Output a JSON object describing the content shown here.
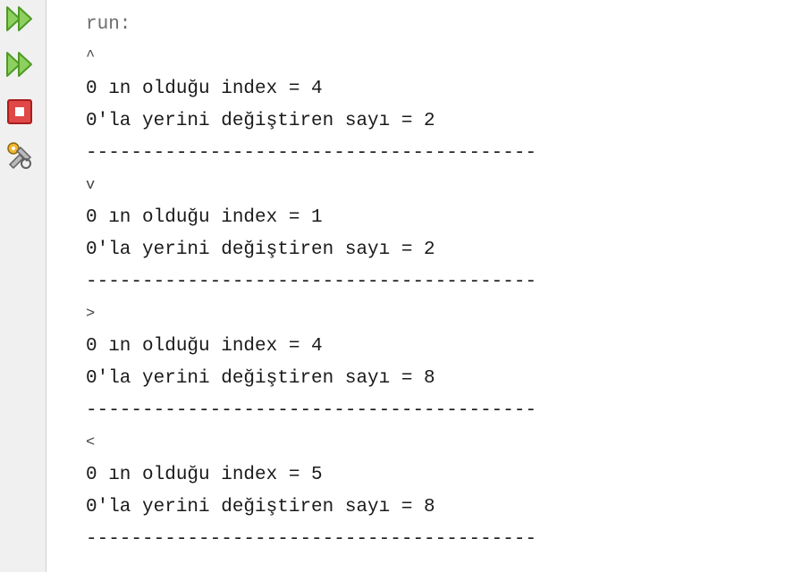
{
  "toolbar": {
    "buttons": [
      {
        "name": "rerun",
        "icon": "double-play-icon",
        "color": "#6fbf3a"
      },
      {
        "name": "rerun-with-options",
        "icon": "double-play-icon",
        "color": "#6fbf3a"
      },
      {
        "name": "stop",
        "icon": "stop-icon",
        "color": "#d83a3a"
      },
      {
        "name": "settings",
        "icon": "gear-wrench-icon",
        "color": "#7a7a7a"
      }
    ]
  },
  "output": {
    "lines": [
      "run:",
      "^",
      "0 ın olduğu index = 4",
      "0'la yerini değiştiren sayı = 2",
      "----------------------------------------",
      "v",
      "0 ın olduğu index = 1",
      "0'la yerini değiştiren sayı = 2",
      "----------------------------------------",
      ">",
      "0 ın olduğu index = 4",
      "0'la yerini değiştiren sayı = 8",
      "----------------------------------------",
      "<",
      "0 ın olduğu index = 5",
      "0'la yerini değiştiren sayı = 8",
      "----------------------------------------"
    ]
  }
}
